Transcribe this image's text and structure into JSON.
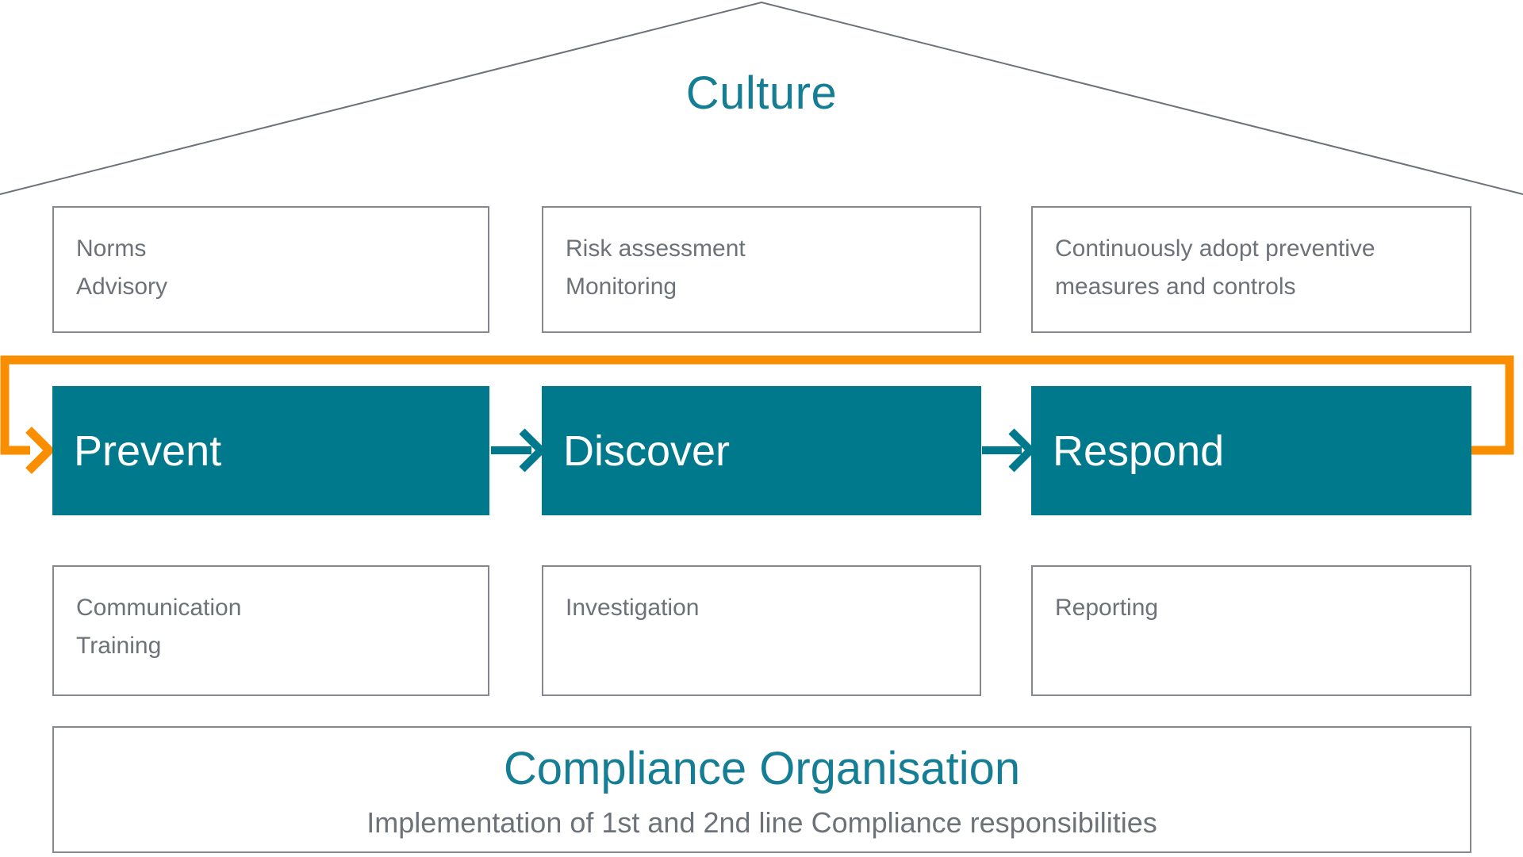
{
  "colors": {
    "teal": "#00798C",
    "teal_text": "#157E95",
    "orange": "#F98E00",
    "border_gray": "#85898D",
    "text_gray": "#6D7278",
    "roof_gray": "#6D7278",
    "white": "#FFFFFF"
  },
  "roof": {
    "label": "Culture"
  },
  "top_row": [
    {
      "lines": [
        "Norms",
        "Advisory"
      ]
    },
    {
      "lines": [
        "Risk assessment",
        "Monitoring"
      ]
    },
    {
      "lines": [
        "Continuously adopt preventive measures and controls"
      ]
    }
  ],
  "stages": [
    {
      "label": "Prevent"
    },
    {
      "label": "Discover"
    },
    {
      "label": "Respond"
    }
  ],
  "bottom_row": [
    {
      "lines": [
        "Communication",
        "Training"
      ]
    },
    {
      "lines": [
        "Investigation"
      ]
    },
    {
      "lines": [
        "Reporting"
      ]
    }
  ],
  "footer": {
    "title": "Compliance Organisation",
    "subtitle": "Implementation of 1st and 2nd line Compliance responsibilities"
  }
}
